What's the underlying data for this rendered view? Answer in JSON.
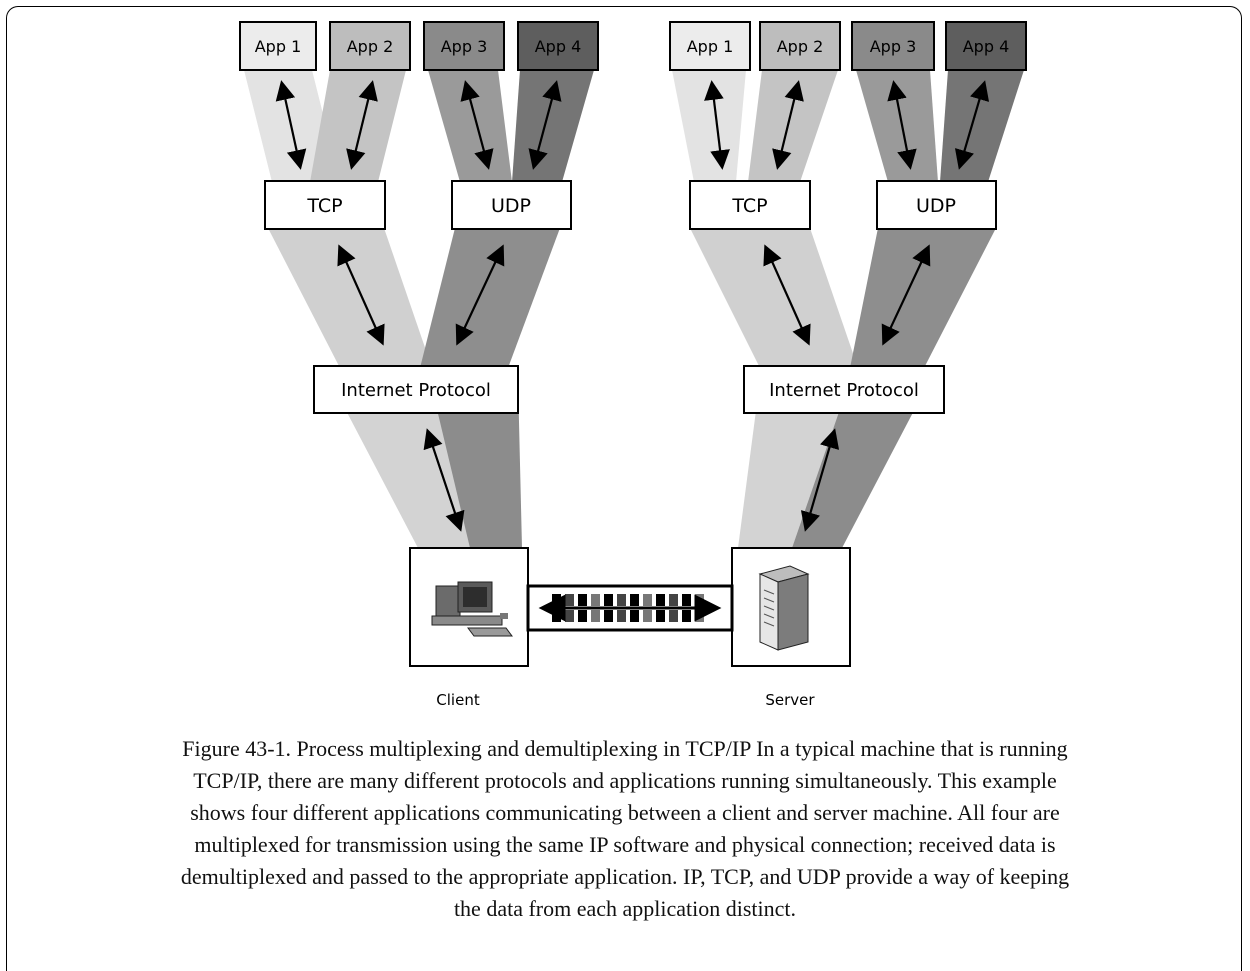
{
  "client": {
    "apps": [
      "App 1",
      "App 2",
      "App 3",
      "App 4"
    ],
    "tcp": "TCP",
    "udp": "UDP",
    "ip": "Internet Protocol",
    "machine": "Client"
  },
  "server": {
    "apps": [
      "App 1",
      "App 2",
      "App 3",
      "App 4"
    ],
    "tcp": "TCP",
    "udp": "UDP",
    "ip": "Internet Protocol",
    "machine": "Server"
  },
  "caption_lines": [
    "Figure 43-1. Process multiplexing and demultiplexing in TCP/IP In a typical machine that is running",
    "TCP/IP, there are many different protocols and applications running simultaneously. This example",
    "shows four different applications communicating between a client and server machine. All four are",
    "multiplexed for transmission using the same IP software and physical connection; received data is",
    "demultiplexed and passed to the appropriate application. IP, TCP, and UDP provide a way of keeping",
    "the data from each application distinct."
  ],
  "colors": {
    "app1": "#ececec",
    "app2": "#bdbdbd",
    "app3": "#8a8a8a",
    "app4": "#5e5e5e",
    "band1": "#e0e0e0",
    "band2": "#c6c6c6",
    "band3": "#9a9a9a",
    "band4": "#7a7a7a"
  }
}
